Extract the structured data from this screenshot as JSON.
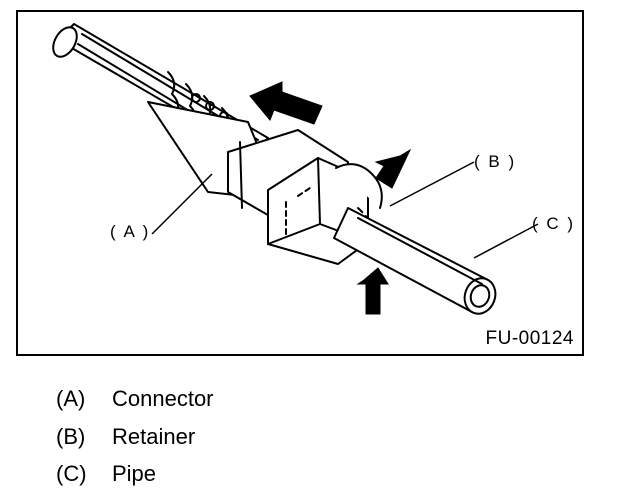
{
  "figure": {
    "id": "FU-00124",
    "callouts": {
      "a": "( A )",
      "b": "( B )",
      "c": "( C )"
    }
  },
  "legend": [
    {
      "key": "(A)",
      "label": "Connector"
    },
    {
      "key": "(B)",
      "label": "Retainer"
    },
    {
      "key": "(C)",
      "label": "Pipe"
    }
  ]
}
